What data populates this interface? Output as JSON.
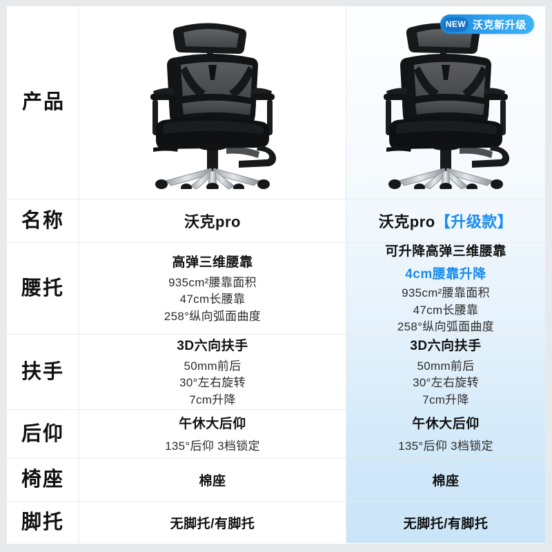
{
  "badge": {
    "chip": "NEW",
    "text": "沃克新升级"
  },
  "columns": {
    "label_header": "产品",
    "old_name": "沃克pro",
    "new_name_base": "沃克pro",
    "new_name_suffix": "【升级款】"
  },
  "colors": {
    "accent_blue": "#1b8cea",
    "badge_blue_dark": "#1576c9",
    "badge_blue_light": "#3fb1f5",
    "page_bg": "#e8e9eb",
    "card_bg": "#ffffff",
    "grid_line": "#e9eaec",
    "tint_top": "#fdfeff",
    "tint_bottom": "#cae5f8",
    "text_primary": "#111111",
    "text_secondary": "#2b2b2b"
  },
  "rows": [
    {
      "key": "product",
      "label": "产品",
      "old": {
        "image": "office-chair-photo"
      },
      "new": {
        "image": "office-chair-photo"
      }
    },
    {
      "key": "name",
      "label": "名称",
      "old": {
        "title": "沃克pro"
      },
      "new": {
        "title": "沃克pro",
        "suffix": "【升级款】"
      }
    },
    {
      "key": "lumbar",
      "label": "腰托",
      "old": {
        "title": "高弹三维腰靠",
        "highlight": "",
        "lines": [
          "935cm²腰靠面积",
          "47cm长腰靠",
          "258°纵向弧面曲度"
        ]
      },
      "new": {
        "title": "可升降高弹三维腰靠",
        "highlight": "4cm腰靠升降",
        "lines": [
          "935cm²腰靠面积",
          "47cm长腰靠",
          "258°纵向弧面曲度"
        ]
      }
    },
    {
      "key": "armrest",
      "label": "扶手",
      "old": {
        "title": "3D六向扶手",
        "lines": [
          "50mm前后",
          "30°左右旋转",
          "7cm升降"
        ]
      },
      "new": {
        "title": "3D六向扶手",
        "lines": [
          "50mm前后",
          "30°左右旋转",
          "7cm升降"
        ]
      }
    },
    {
      "key": "recline",
      "label": "后仰",
      "old": {
        "title": "午休大后仰",
        "lines": [
          "135°后仰 3档锁定"
        ]
      },
      "new": {
        "title": "午休大后仰",
        "lines": [
          "135°后仰 3档锁定"
        ]
      }
    },
    {
      "key": "seat",
      "label": "椅座",
      "old": {
        "title": "棉座"
      },
      "new": {
        "title": "棉座"
      }
    },
    {
      "key": "footrest",
      "label": "脚托",
      "old": {
        "title": "无脚托/有脚托"
      },
      "new": {
        "title": "无脚托/有脚托"
      }
    }
  ]
}
